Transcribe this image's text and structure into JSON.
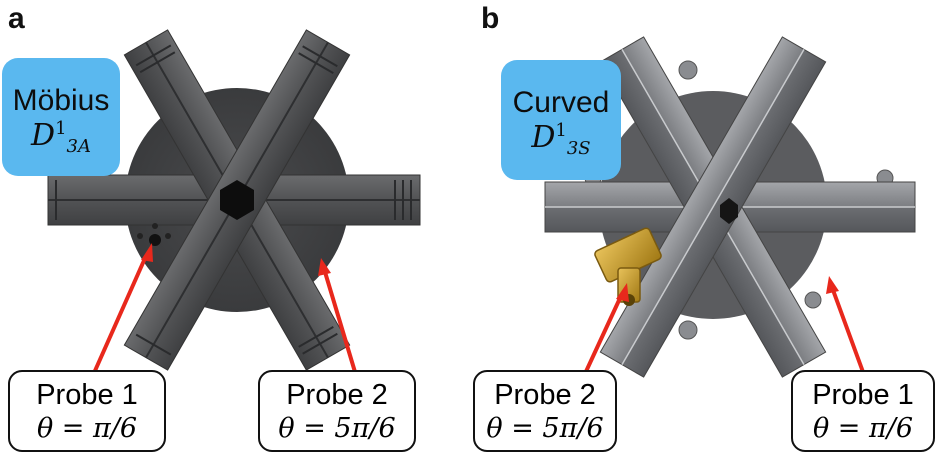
{
  "panel_a": {
    "letter": "a",
    "label_name": "Möbius",
    "label_math": "D",
    "label_sup": "1",
    "label_sub": "3A",
    "probe_left": {
      "title": "Probe 1",
      "angle": "θ = π/6"
    },
    "probe_right": {
      "title": "Probe 2",
      "angle": "θ = 5π/6"
    }
  },
  "panel_b": {
    "letter": "b",
    "label_name": "Curved",
    "label_math": "D",
    "label_sup": "1",
    "label_sub": "3S",
    "probe_left": {
      "title": "Probe 2",
      "angle": "θ = 5π/6"
    },
    "probe_right": {
      "title": "Probe 1",
      "angle": "θ = π/6"
    }
  },
  "colors": {
    "label_bg": "#5ab8ef",
    "arrow": "#e8281c",
    "metal_dark": "#4a4a4c",
    "metal_light": "#8d8f93",
    "connector_gold": "#c9a02a"
  }
}
